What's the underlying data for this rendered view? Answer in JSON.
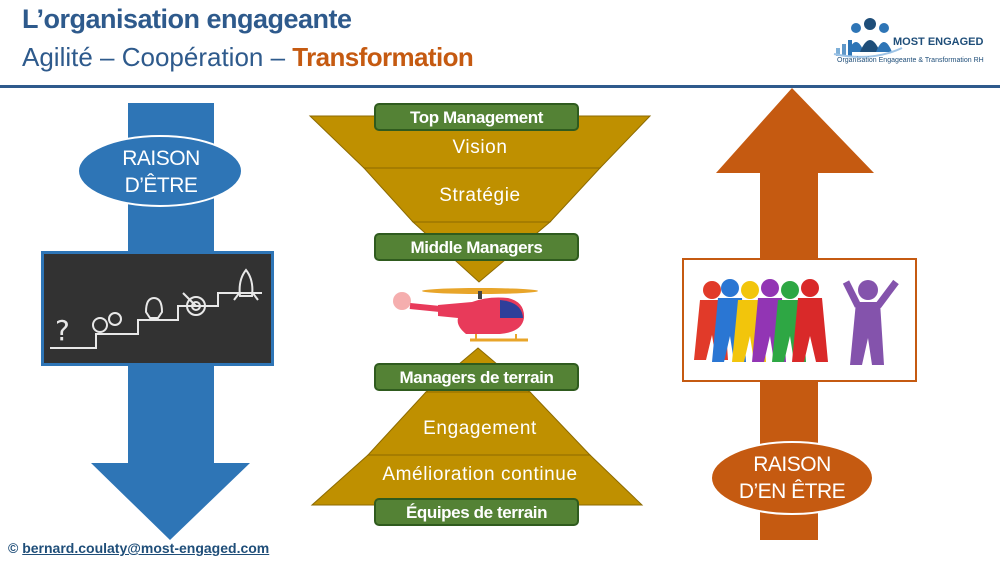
{
  "header": {
    "title": "L’organisation engageante",
    "subtitle_prefix": "Agilité – Coopération – ",
    "subtitle_accent": "Transformation"
  },
  "logo": {
    "name": "MOST ENGAGED",
    "tagline": "Organisation Engageante & Transformation RH"
  },
  "left": {
    "oval_line1": "RAISON",
    "oval_line2": "D’ÊTRE"
  },
  "right": {
    "oval_line1": "RAISON",
    "oval_line2": "D’EN ÊTRE"
  },
  "funnel": {
    "top_badge": "Top Management",
    "level1": "Vision",
    "level2": "Stratégie",
    "bottom_badge": "Middle Managers"
  },
  "pyramid": {
    "top_badge": "Managers de terrain",
    "level1": "Engagement",
    "level2": "Amélioration continue",
    "bottom_badge": "Équipes de terrain"
  },
  "footer": {
    "symbol": "©",
    "email": "bernard.coulaty@most-engaged.com"
  },
  "colors": {
    "blue_arrow": "#2e75b6",
    "orange_arrow": "#c55a11",
    "gold": "#bf9000",
    "green_badge": "#548235"
  }
}
